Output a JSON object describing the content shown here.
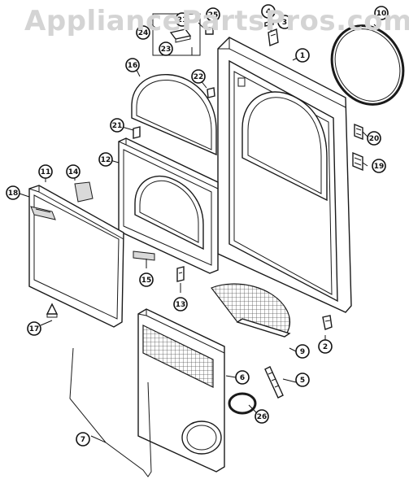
{
  "watermark": "AppliancePartsPros.com",
  "callouts": [
    {
      "id": "1"
    },
    {
      "id": "2"
    },
    {
      "id": "3"
    },
    {
      "id": "4"
    },
    {
      "id": "5"
    },
    {
      "id": "6"
    },
    {
      "id": "7"
    },
    {
      "id": "9"
    },
    {
      "id": "10"
    },
    {
      "id": "11"
    },
    {
      "id": "12"
    },
    {
      "id": "13"
    },
    {
      "id": "14"
    },
    {
      "id": "15"
    },
    {
      "id": "16"
    },
    {
      "id": "17"
    },
    {
      "id": "18"
    },
    {
      "id": "19"
    },
    {
      "id": "20"
    },
    {
      "id": "21"
    },
    {
      "id": "21b",
      "label": "21"
    },
    {
      "id": "22"
    },
    {
      "id": "23"
    },
    {
      "id": "24"
    },
    {
      "id": "25"
    },
    {
      "id": "26"
    }
  ],
  "colors": {
    "line": "#1a1a1a",
    "watermark": "#d4d4d4",
    "mesh": "#555555",
    "background": "#ffffff"
  }
}
